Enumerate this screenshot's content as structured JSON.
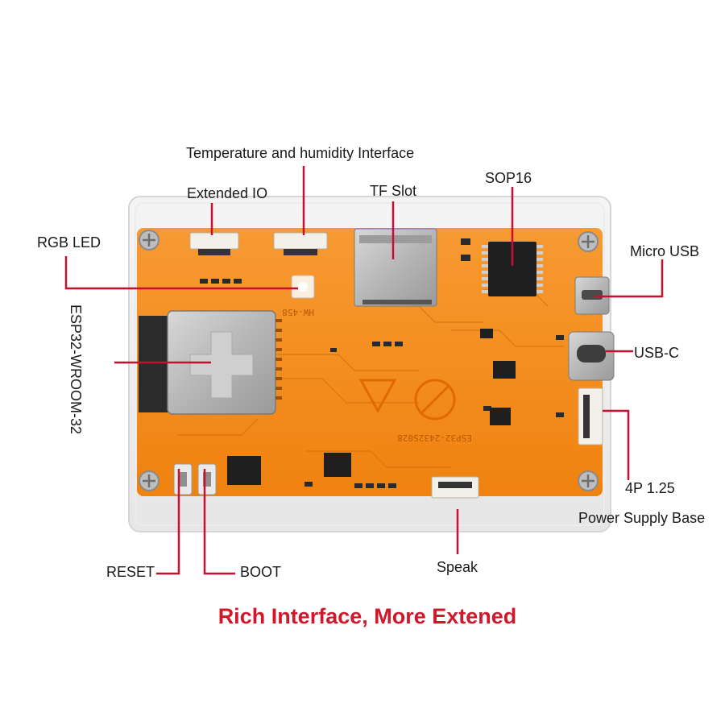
{
  "labels": {
    "temp_humidity": "Temperature and humidity Interface",
    "extended_io": "Extended IO",
    "tf_slot": "TF Slot",
    "sop16": "SOP16",
    "rgb_led": "RGB LED",
    "micro_usb": "Micro USB",
    "esp32": "ESP32-WROOM-32",
    "usb_c": "USB-C",
    "power_line1": "4P 1.25",
    "power_line2": "Power Supply Base",
    "reset": "RESET",
    "boot": "BOOT",
    "speak": "Speak"
  },
  "board": {
    "silkscreen_model": "ESP32-2432S028",
    "silkscreen_led": "HW-458"
  },
  "caption": "Rich Interface, More Extened",
  "colors": {
    "pcb": "#f58a1f",
    "callout_line": "#c8102e",
    "caption": "#d0182a"
  }
}
